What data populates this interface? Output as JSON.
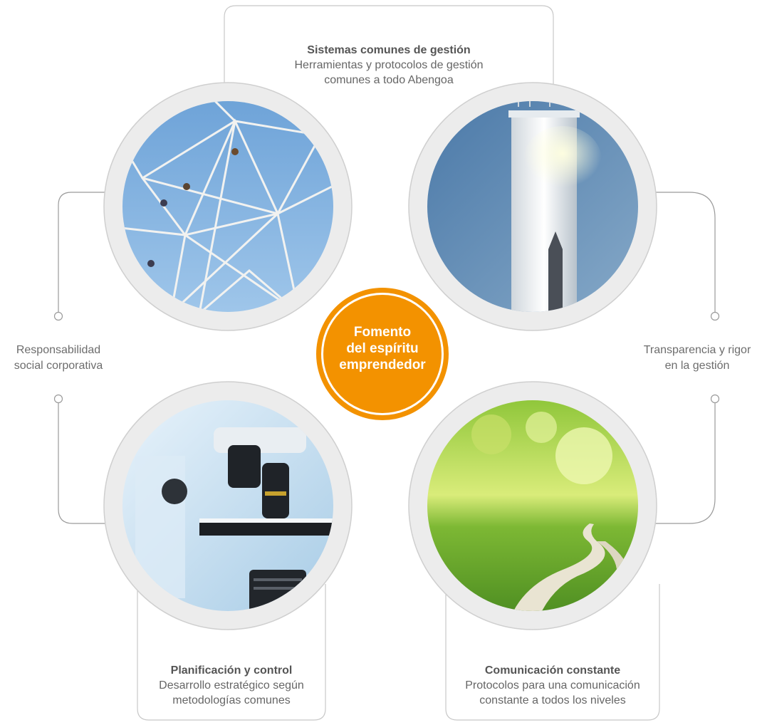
{
  "center": {
    "label_line1": "Fomento",
    "label_line2": "del espíritu",
    "label_line3": "emprendedor",
    "color": "#f39200"
  },
  "top_box": {
    "title": "Sistemas comunes de gestión",
    "line1": "Herramientas y protocolos de gestión",
    "line2": "comunes a todo Abengoa"
  },
  "bottom_left_box": {
    "title": "Planificación y control",
    "line1": "Desarrollo estratégico según",
    "line2": "metodologías comunes"
  },
  "bottom_right_box": {
    "title": "Comunicación constante",
    "line1": "Protocolos para una comunicación",
    "line2": "constante a todos los niveles"
  },
  "left_label": {
    "line1": "Responsabilidad",
    "line2": "social corporativa"
  },
  "right_label": {
    "line1": "Transparencia y rigor",
    "line2": "en la gestión"
  },
  "images": [
    {
      "name": "electricity-tower-photo"
    },
    {
      "name": "solar-tower-photo"
    },
    {
      "name": "microscope-photo"
    },
    {
      "name": "country-road-photo"
    }
  ],
  "colors": {
    "connector": "#9a9a9a",
    "ring": "#ececec",
    "ring_border": "#cfcfcf",
    "box_border": "#c8c8c8"
  }
}
